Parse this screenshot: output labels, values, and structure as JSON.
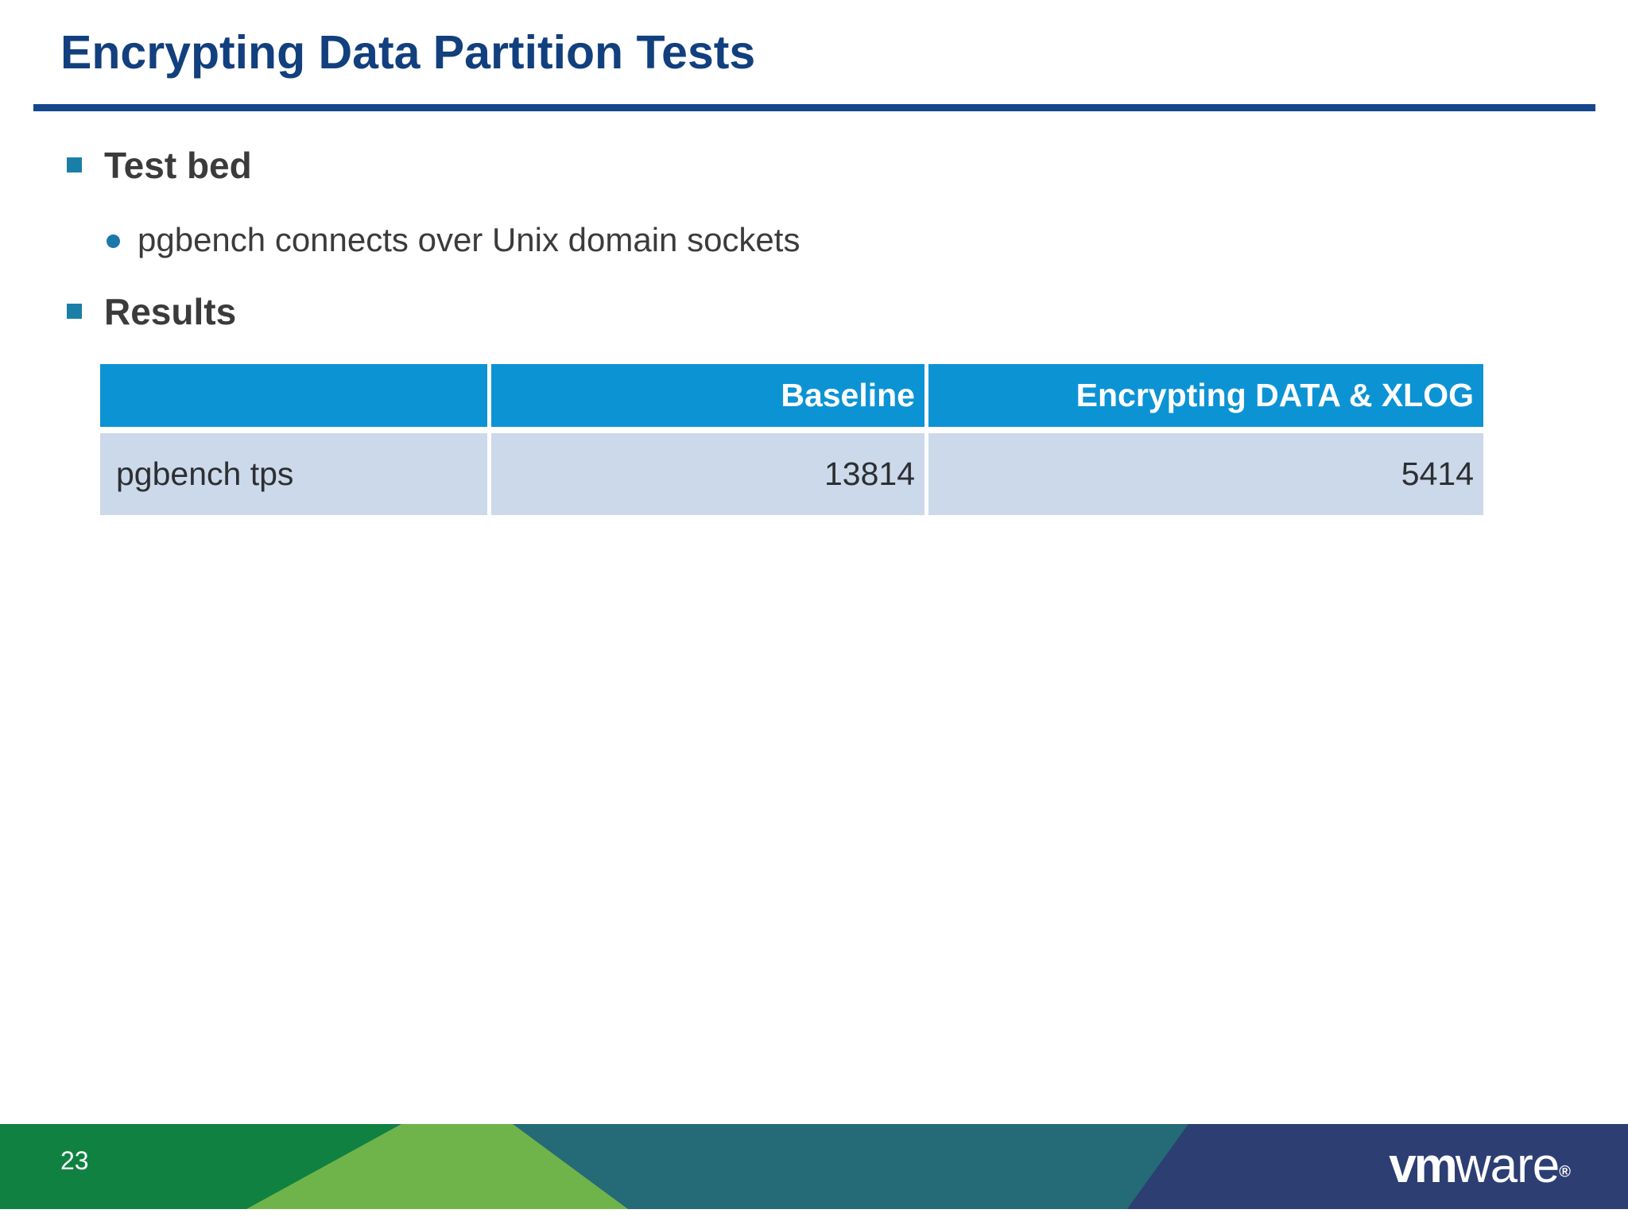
{
  "slide": {
    "title": "Encrypting Data Partition Tests",
    "page_number": "23",
    "accent_rule_color": "#14478C",
    "title_color": "#123F7E"
  },
  "body": {
    "bullets": [
      {
        "level": 1,
        "marker": "square-bullet-icon",
        "text": "Test bed"
      },
      {
        "level": 2,
        "marker": "round-bullet-icon",
        "text": "pgbench connects over Unix domain sockets"
      },
      {
        "level": 1,
        "marker": "square-bullet-icon",
        "text": "Results"
      }
    ]
  },
  "results_table": {
    "header_bg": "#0C93D4",
    "row_bg": "#CCD9EA",
    "columns": [
      "",
      "Baseline",
      "Encrypting DATA & XLOG"
    ],
    "rows": [
      {
        "label": "pgbench tps",
        "baseline": "13814",
        "encrypting": "5414"
      }
    ]
  },
  "footer": {
    "colors": {
      "green": "#108141",
      "light_green": "#6FB44A",
      "teal": "#246A77",
      "navy": "#2C3E72"
    },
    "logo": {
      "vm": "vm",
      "ware": "ware",
      "registered": "®"
    }
  }
}
